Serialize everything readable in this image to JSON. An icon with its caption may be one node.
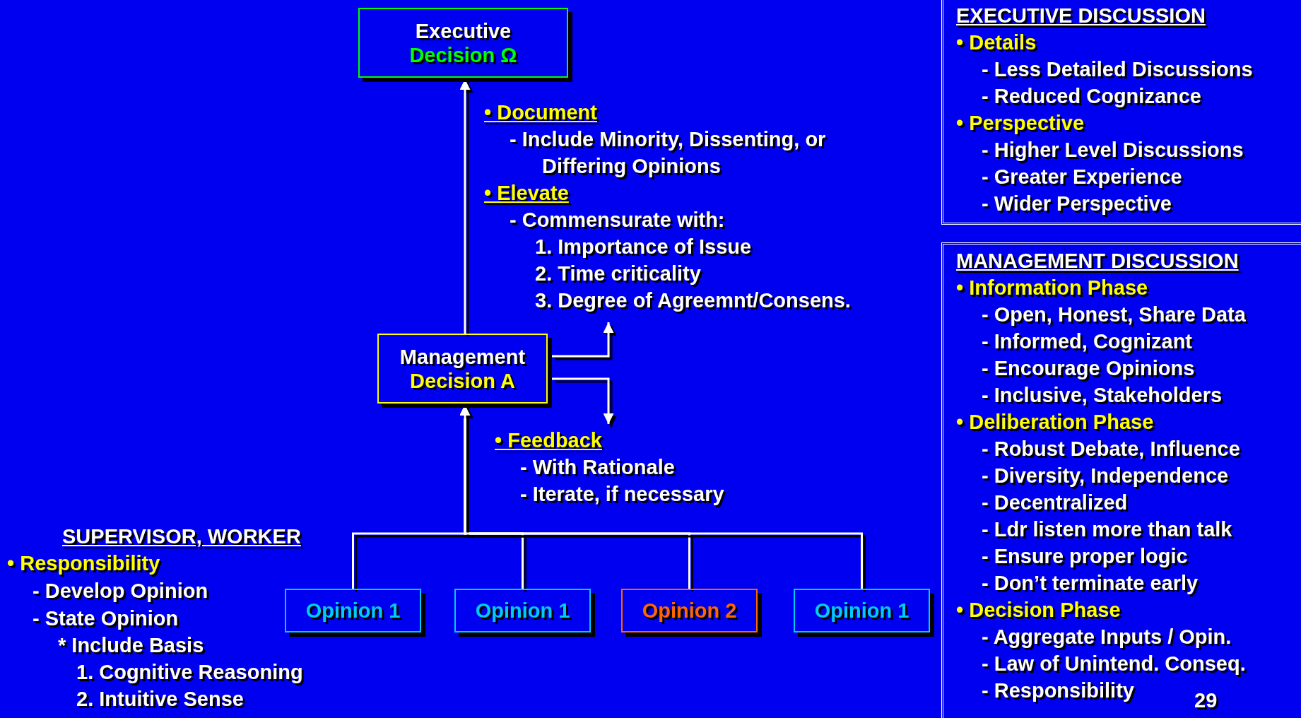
{
  "diagram": {
    "nodes": [
      {
        "text": [
          "Executive",
          "Decision Ω"
        ]
      },
      {
        "text": [
          "Management",
          "Decision A"
        ]
      },
      {
        "text": [
          "Opinion 1"
        ]
      },
      {
        "text": [
          "Opinion 1"
        ]
      },
      {
        "text": [
          "Opinion 2"
        ]
      },
      {
        "text": [
          "Opinion 1"
        ]
      },
      {
        "text": [
          "EXECUTIVE DISCUSSION",
          "• Details",
          "- Less Detailed Discussions",
          "- Reduced Cognizance",
          "• Perspective",
          "- Higher Level Discussions",
          "- Greater Experience",
          "- Wider Perspective"
        ]
      },
      {
        "text": [
          "MANAGEMENT DISCUSSION",
          "• Information Phase",
          "- Open, Honest, Share Data",
          "- Informed, Cognizant",
          "- Encourage Opinions",
          "- Inclusive, Stakeholders",
          "• Deliberation Phase",
          "- Robust Debate, Influence",
          "- Diversity, Independence",
          "- Decentralized",
          "- Ldr listen more than talk",
          "- Ensure proper logic",
          "- Don’t terminate early",
          "• Decision Phase",
          "- Aggregate Inputs / Opin.",
          "- Law of Unintend. Conseq.",
          "- Responsibility"
        ]
      },
      {
        "text": [
          "• Document",
          "- Include Minority, Dissenting, or Differing Opinions",
          "• Elevate",
          "- Commensurate with:",
          "1. Importance of Issue",
          "2. Time criticality",
          "3. Degree of Agreemnt/Consens."
        ]
      },
      {
        "text": [
          "• Feedback",
          "- With Rationale",
          "- Iterate, if necessary"
        ]
      }
    ],
    "edges": [
      {
        "from": 1,
        "to": 0,
        "arrow": "to"
      },
      {
        "from": 2,
        "to": 1,
        "arrow": "to"
      },
      {
        "from": 3,
        "to": 1,
        "arrow": "to"
      },
      {
        "from": 4,
        "to": 1,
        "arrow": "to"
      },
      {
        "from": 5,
        "to": 1,
        "arrow": "to"
      },
      {
        "from": 1,
        "to": 8,
        "arrow": "to"
      },
      {
        "from": 1,
        "to": 9,
        "arrow": "to"
      }
    ],
    "labels": [
      "SUPERVISOR, WORKER",
      "• Responsibility",
      "- Develop Opinion",
      "- State Opinion",
      "* Include Basis",
      "1. Cognitive Reasoning",
      "2. Intuitive Sense",
      "29"
    ]
  }
}
